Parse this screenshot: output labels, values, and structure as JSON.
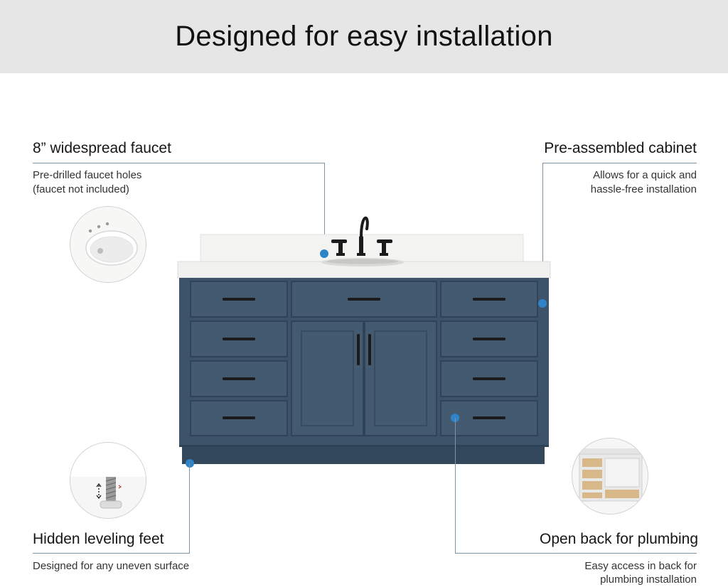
{
  "header": {
    "title": "Designed for easy installation"
  },
  "features": {
    "faucet": {
      "title": "8” widespread faucet",
      "desc_line1": "Pre-drilled faucet holes",
      "desc_line2": "(faucet not included)",
      "icon": "sink-thumbnail"
    },
    "cabinet": {
      "title": "Pre-assembled cabinet",
      "desc_line1": "Allows for  a quick and",
      "desc_line2": "hassle-free installation"
    },
    "feet": {
      "title": "Hidden leveling feet",
      "desc_line1": "Designed for any uneven surface",
      "icon": "leveling-foot-thumbnail"
    },
    "plumbing": {
      "title": "Open back for plumbing",
      "desc_line1": "Easy access in back for",
      "desc_line2": "plumbing installation",
      "icon": "open-back-thumbnail"
    }
  },
  "colors": {
    "banner_bg": "#e6e6e6",
    "cabinet_navy": "#3d5369",
    "countertop": "#f3f3f1",
    "callout_dot": "#2f84c8",
    "leader_line": "#7e92a6",
    "hardware": "#1b1b1b"
  }
}
